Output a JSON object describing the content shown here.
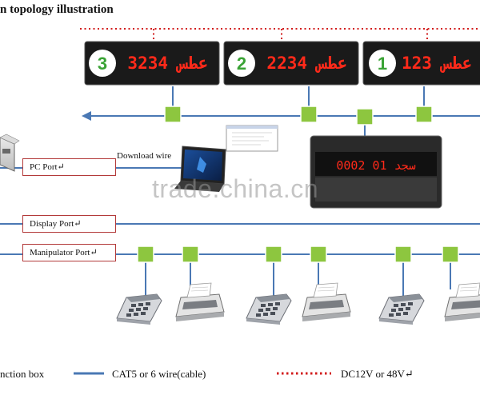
{
  "title": "n topology illustration",
  "colors": {
    "bus_line": "#4a78b4",
    "power_dot": "#d21c1c",
    "junction": "#8dc63f",
    "port_border": "#b33a3a",
    "led_red": "#ff2a1a",
    "led_panel": "#1a1a1a"
  },
  "displays": [
    {
      "badge": "3",
      "text": "عطس 3234"
    },
    {
      "badge": "2",
      "text": "عطس 2234"
    },
    {
      "badge": "1",
      "text": "عطس 123"
    }
  ],
  "main_display": {
    "text": "0002 سجد 01"
  },
  "ports": {
    "pc": "PC Port↵",
    "display": "Display Port↵",
    "manipulator": "Manipulator Port↵"
  },
  "download_wire": "Download wire",
  "watermark": "trade.china.cn",
  "legend": {
    "junction": "nction box",
    "cable": "CAT5  or 6 wire(cable)",
    "power": "DC12V or 48V↵"
  }
}
